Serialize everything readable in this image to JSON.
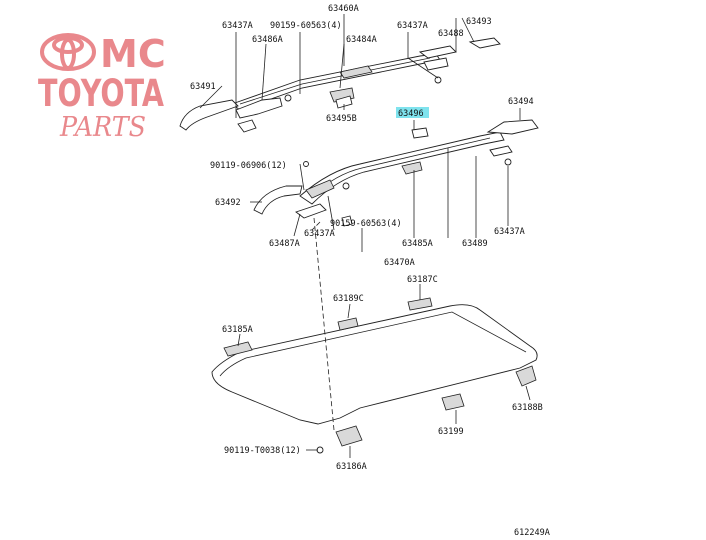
{
  "watermark": {
    "line1": "MC",
    "line2": "TOYOTA",
    "line3": "PARTS",
    "color": "#e9888c",
    "emblem": "toyota-emblem-icon"
  },
  "highlight_color": "#7fe3ee",
  "diagram_code": "612249A",
  "labels": {
    "p63460a": "63460A",
    "p63437a_top": "63437A",
    "p90159_top": "90159-60563(4)",
    "p63486a": "63486A",
    "p63484a": "63484A",
    "p63437a_right": "63437A",
    "p63488": "63488",
    "p63493": "63493",
    "p63491": "63491",
    "p63495b": "63495B",
    "p63496": "63496",
    "p63494": "63494",
    "p90119_06906": "90119-06906(12)",
    "p63492": "63492",
    "p90159_mid": "90159-60563(4)",
    "p63437a_mid": "63437A",
    "p63487a": "63487A",
    "p63485a": "63485A",
    "p63489": "63489",
    "p63437a_low": "63437A",
    "p63470a": "63470A",
    "p63187c": "63187C",
    "p63189c": "63189C",
    "p63185a": "63185A",
    "p63188b": "63188B",
    "p63199": "63199",
    "p90119_t0038": "90119-T0038(12)",
    "p63186a": "63186A"
  }
}
